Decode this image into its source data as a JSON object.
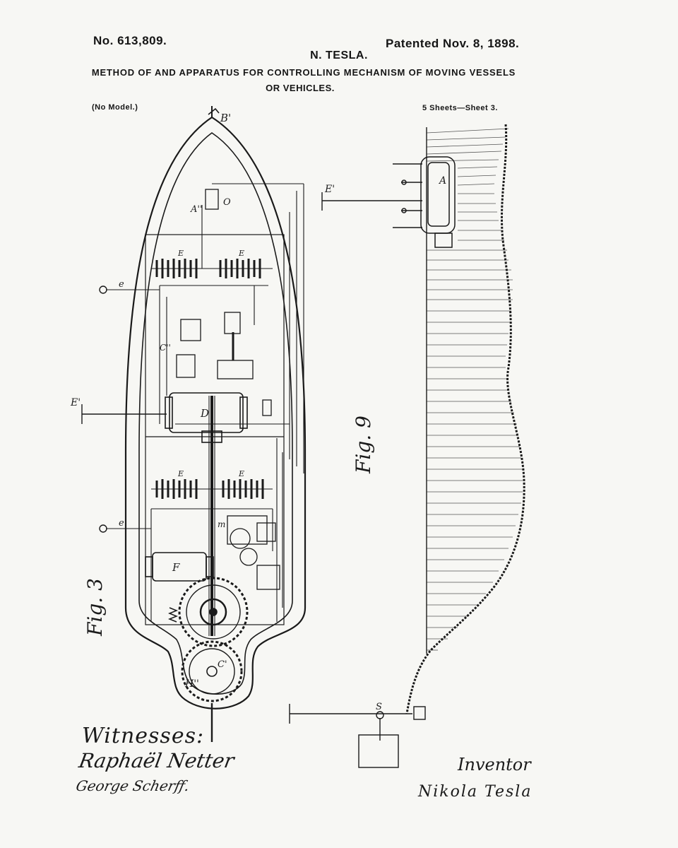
{
  "header": {
    "patent_number": "No. 613,809.",
    "patent_date": "Patented Nov. 8, 1898.",
    "inventor": "N. TESLA.",
    "title_line_1": "METHOD OF AND APPARATUS FOR CONTROLLING MECHANISM OF MOVING VESSELS",
    "title_line_2": "OR VEHICLES.",
    "model_note": "(No Model.)",
    "sheet_info": "5 Sheets—Sheet 3."
  },
  "figures": {
    "fig3_label": "Fig. 3",
    "fig9_label": "Fig. 9"
  },
  "labels": {
    "B_prime": "B'",
    "A_double": "A''",
    "O": "O",
    "E": "E",
    "e": "e",
    "E_prime": "E'",
    "D": "D",
    "C_double": "C''",
    "F": "F",
    "A": "A",
    "H_double": "H''",
    "C_prime": "C'",
    "S": "S",
    "m": "m"
  },
  "footer": {
    "witnesses_label": "Witnesses:",
    "witness_1": "Raphaël Netter",
    "witness_2": "George Scherff.",
    "inventor_label": "Inventor",
    "inventor_signature": "Nikola Tesla"
  },
  "colors": {
    "ink": "#1a1a1a",
    "paper": "#f7f7f4",
    "water_shade": "#555555"
  }
}
